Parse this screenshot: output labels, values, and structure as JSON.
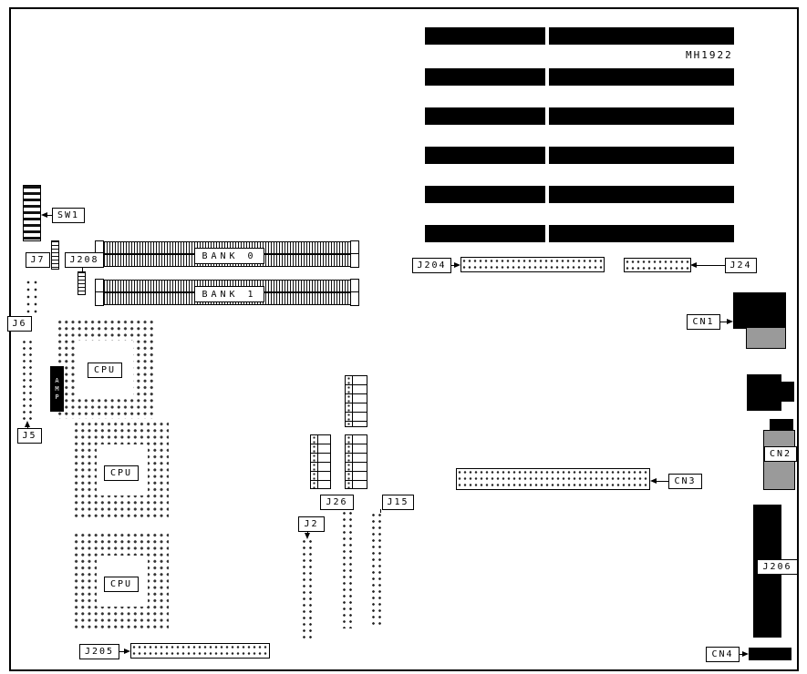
{
  "board": {
    "model": "MH1922"
  },
  "memory": {
    "bank0_label": "BANK 0",
    "bank1_label": "BANK 1"
  },
  "cpu_sockets": {
    "cpu1_label": "CPU",
    "cpu2_label": "CPU",
    "cpu3_label": "CPU"
  },
  "chips": {
    "amp_label": "AMP"
  },
  "connectors": {
    "sw1": "SW1",
    "j7": "J7",
    "j208": "J208",
    "j6": "J6",
    "j5": "J5",
    "j204": "J204",
    "j24": "J24",
    "j26": "J26",
    "j15": "J15",
    "j2": "J2",
    "j205": "J205",
    "j206": "J206",
    "cn1": "CN1",
    "cn2": "CN2",
    "cn3": "CN3",
    "cn4": "CN4"
  }
}
